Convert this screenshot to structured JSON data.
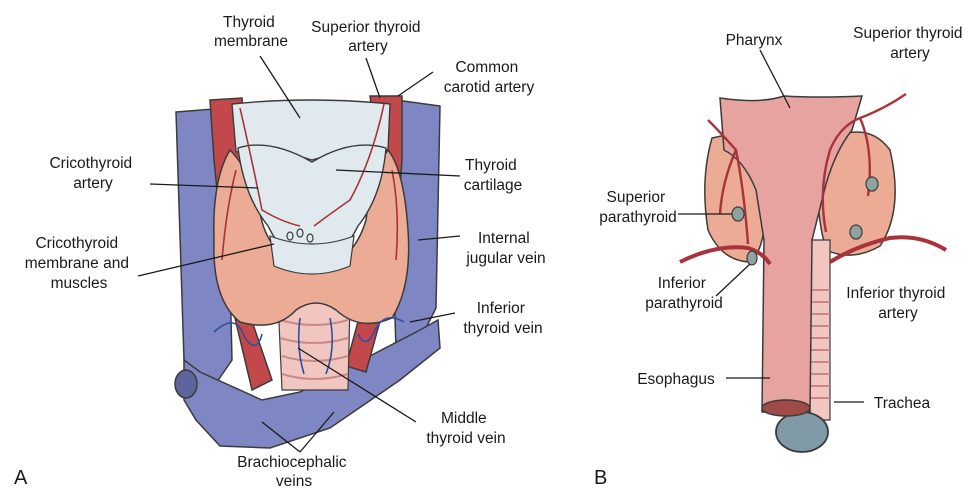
{
  "panel_a": {
    "letter": "A",
    "labels": {
      "thyroid_membrane": [
        "Thyroid",
        "membrane"
      ],
      "superior_thyroid_artery": [
        "Superior thyroid",
        "artery"
      ],
      "common_carotid_artery": [
        "Common",
        "carotid artery"
      ],
      "cricothyroid_artery": [
        "Cricothyroid",
        "artery"
      ],
      "thyroid_cartilage": [
        "Thyroid",
        "cartilage"
      ],
      "cricothyroid_membrane": [
        "Cricothyroid",
        "membrane and",
        "muscles"
      ],
      "internal_jugular_vein": [
        "Internal",
        "jugular vein"
      ],
      "inferior_thyroid_vein": [
        "Inferior",
        "thyroid vein"
      ],
      "middle_thyroid_vein": [
        "Middle",
        "thyroid vein"
      ],
      "brachiocephalic_veins": [
        "Brachiocephalic",
        "veins"
      ]
    }
  },
  "panel_b": {
    "letter": "B",
    "labels": {
      "pharynx": "Pharynx",
      "superior_thyroid_artery": [
        "Superior thyroid",
        "artery"
      ],
      "superior_parathyroid": [
        "Superior",
        "parathyroid"
      ],
      "inferior_parathyroid": [
        "Inferior",
        "parathyroid"
      ],
      "inferior_thyroid_artery": [
        "Inferior thyroid",
        "artery"
      ],
      "esophagus": "Esophagus",
      "trachea": "Trachea"
    }
  },
  "colors": {
    "vein": "#7f86c4",
    "artery": "#c3484b",
    "thyroid": "#ecab94",
    "cartilage": "#dfe9ee",
    "pharynx": "#e6a3a0",
    "trachea_ring": "#f2c6c0",
    "outline": "#3b3b3b"
  }
}
